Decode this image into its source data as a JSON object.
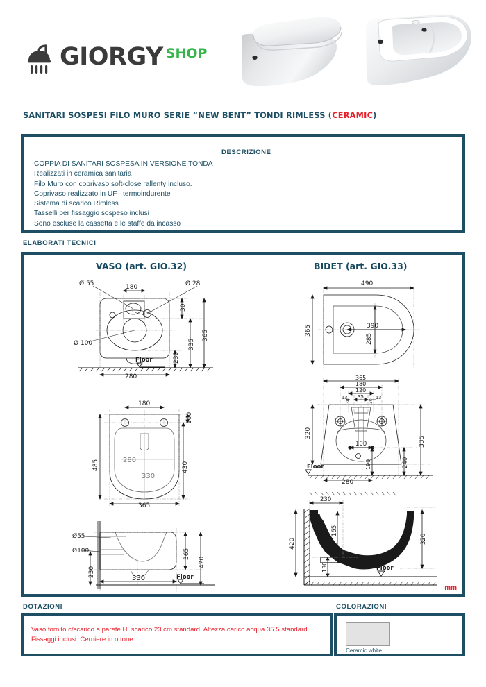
{
  "brand": {
    "name": "GIORGY",
    "suffix": "SHOP",
    "logo_icon": "shower-head-icon",
    "green": "#35b54a",
    "dark": "#3b3b3b"
  },
  "document": {
    "title_main": "SANITARI SOSPESI FILO MURO SERIE “NEW BENT” TONDI RIMLESS (",
    "title_highlight": "CERAMIC",
    "title_close": ")",
    "accent_color": "#1d4e63",
    "highlight_color": "#e8202a",
    "units": "mm"
  },
  "photos": [
    {
      "name": "wall-hung-wc-photo",
      "alt": "Vaso sospeso filo muro bianco con copriwater"
    },
    {
      "name": "wall-hung-bidet-photo",
      "alt": "Bidet sospeso filo muro bianco"
    }
  ],
  "description": {
    "heading": "DESCRIZIONE",
    "lines": [
      "COPPIA DI SANITARI SOSPESA IN VERSIONE TONDA",
      "Realizzati in ceramica sanitaria",
      "Filo Muro con coprivaso soft-close rallenty incluso.",
      "Coprivaso realizzato in UF– termoindurente",
      "Sistema di scarico Rimless",
      "Tasselli per fissaggio sospeso inclusi",
      "Sono escluse la cassetta e le staffe da incasso"
    ]
  },
  "technical": {
    "section_label": "ELABORATI TECNICI",
    "vaso_title": "VASO (art. GIO.32)",
    "bidet_title": "BIDET (art. GIO.33)",
    "floor_label": "Floor",
    "vaso": {
      "front_view": {
        "dims": [
          "Ø 55",
          "180",
          "Ø 28",
          "Ø 100",
          "30",
          "230",
          "335",
          "365",
          "280"
        ]
      },
      "plan_view": {
        "dims": [
          "180",
          "100",
          "485",
          "430",
          "280",
          "330",
          "365"
        ]
      },
      "side_view": {
        "dims": [
          "Ø 55",
          "Ø 100",
          "230",
          "330",
          "365",
          "420"
        ]
      }
    },
    "bidet": {
      "plan_view": {
        "dims": [
          "490",
          "365",
          "390",
          "285"
        ]
      },
      "front_view": {
        "dims": [
          "365",
          "180",
          "120",
          "35",
          "13",
          "13",
          "30",
          "30",
          "320",
          "100",
          "335",
          "240",
          "190",
          "280"
        ]
      },
      "side_view": {
        "dims": [
          "230",
          "165",
          "130",
          "320",
          "420"
        ]
      }
    }
  },
  "dotazioni": {
    "heading": "DOTAZIONI",
    "lines": [
      "Vaso fornito c/scarico a parete H. scarico 23 cm standard. Altezza carico acqua 35.5 standard",
      "Fissaggi inclusi. Cerniere in ottone."
    ]
  },
  "colorazioni": {
    "heading": "COLORAZIONI",
    "swatch_label": "Ceramic white",
    "swatch_color": "#e3e3e3"
  }
}
